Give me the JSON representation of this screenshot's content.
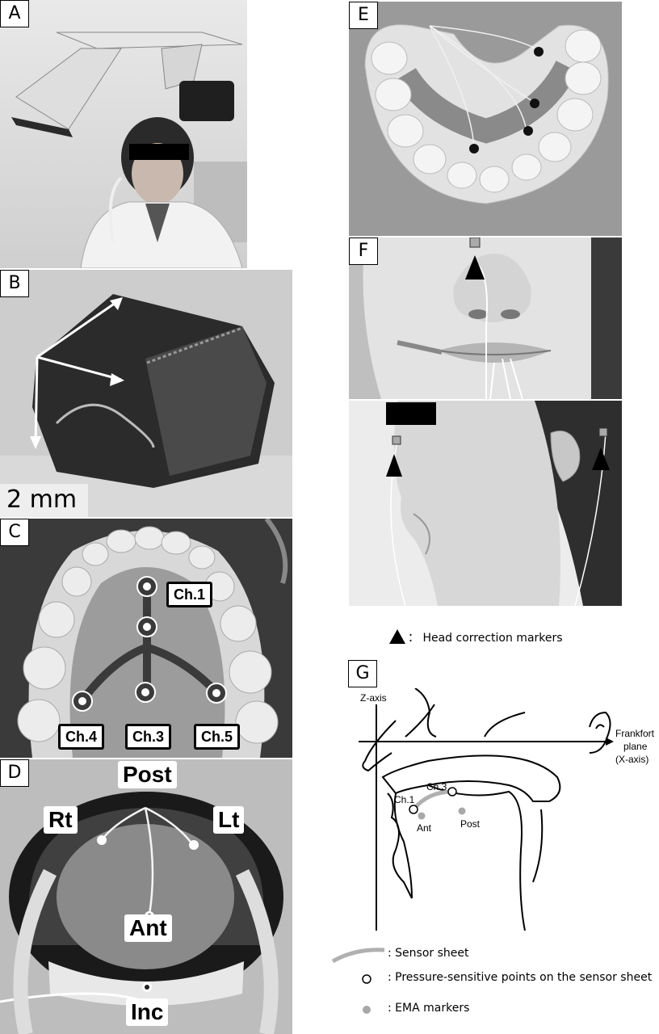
{
  "panels": {
    "A": {
      "label": "A"
    },
    "B": {
      "label": "B",
      "scale_bar": "2 mm"
    },
    "C": {
      "label": "C",
      "channels": {
        "ch1": "Ch.1",
        "ch3": "Ch.3",
        "ch4": "Ch.4",
        "ch5": "Ch.5"
      }
    },
    "D": {
      "label": "D",
      "markers": {
        "post": "Post",
        "rt": "Rt",
        "lt": "Lt",
        "ant": "Ant",
        "inc": "Inc"
      }
    },
    "E": {
      "label": "E"
    },
    "F": {
      "label": "F"
    },
    "G": {
      "label": "G",
      "z_axis": "Z-axis",
      "frankfort_1": "Frankfort",
      "frankfort_2": "plane",
      "frankfort_3": "(X-axis)",
      "ch1": "Ch.1",
      "ch3": "Ch.3",
      "ant": "Ant",
      "post": "Post"
    }
  },
  "head_marker_legend": "： Head correction markers",
  "legend": {
    "sensor_sheet": ": Sensor sheet",
    "pressure_points": ": Pressure-sensitive  points on the sensor sheet",
    "ema_markers": ": EMA markers"
  },
  "colors": {
    "sensor_sheet": "#b0b0b0",
    "ema_marker": "#a8a8a8"
  }
}
